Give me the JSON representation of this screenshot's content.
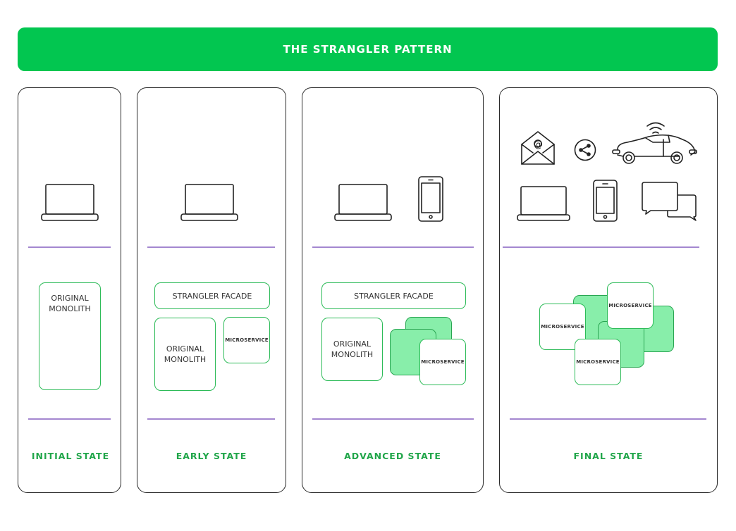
{
  "title": "THE STRANGLER PATTERN",
  "colors": {
    "banner": "#02c650",
    "state_label": "#21a64a",
    "box_border": "#2dbb58",
    "microservice_fill": "#88eeaa",
    "divider": "#a487d0"
  },
  "panels": [
    {
      "state": "INITIAL STATE",
      "clients": [
        "laptop-icon"
      ],
      "monolith": "ORIGINAL MONOLITH"
    },
    {
      "state": "EARLY STATE",
      "clients": [
        "laptop-icon"
      ],
      "facade": "STRANGLER FACADE",
      "monolith": "ORIGINAL MONOLITH",
      "microservice": "MICROSERVICE"
    },
    {
      "state": "ADVANCED STATE",
      "clients": [
        "laptop-icon",
        "phone-icon"
      ],
      "facade": "STRANGLER FACADE",
      "monolith": "ORIGINAL MONOLITH",
      "microservice": "MICROSERVICE"
    },
    {
      "state": "FINAL STATE",
      "clients": [
        "email-icon",
        "share-icon",
        "connected-car-icon",
        "laptop-icon",
        "phone-icon",
        "chat-icon"
      ],
      "microservices": [
        "MICROSERVICE",
        "MICROSERVICE",
        "MICROSERVICE"
      ]
    }
  ]
}
